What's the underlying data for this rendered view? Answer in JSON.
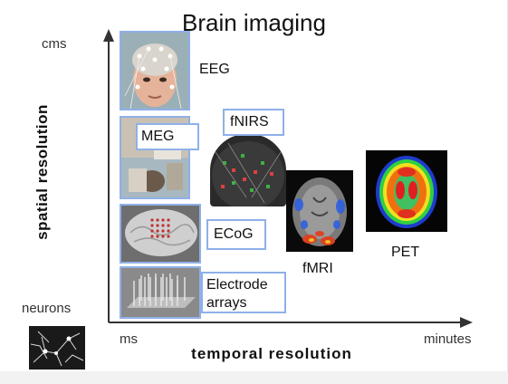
{
  "title": "Brain imaging",
  "y_axis": {
    "label": "spatial resolution",
    "top_tick": "cms",
    "bottom_tick": "neurons"
  },
  "x_axis": {
    "label": "temporal  resolution",
    "left_tick": "ms",
    "right_tick": "minutes"
  },
  "techniques": {
    "eeg": "EEG",
    "meg": "MEG",
    "fnirs": "fNIRS",
    "ecog": "ECoG",
    "electrode_line1": "Electrode",
    "electrode_line2": "arrays",
    "fmri": "fMRI",
    "pet": "PET"
  },
  "colors": {
    "box_border": "#8fb0e8",
    "axis": "#333333"
  }
}
